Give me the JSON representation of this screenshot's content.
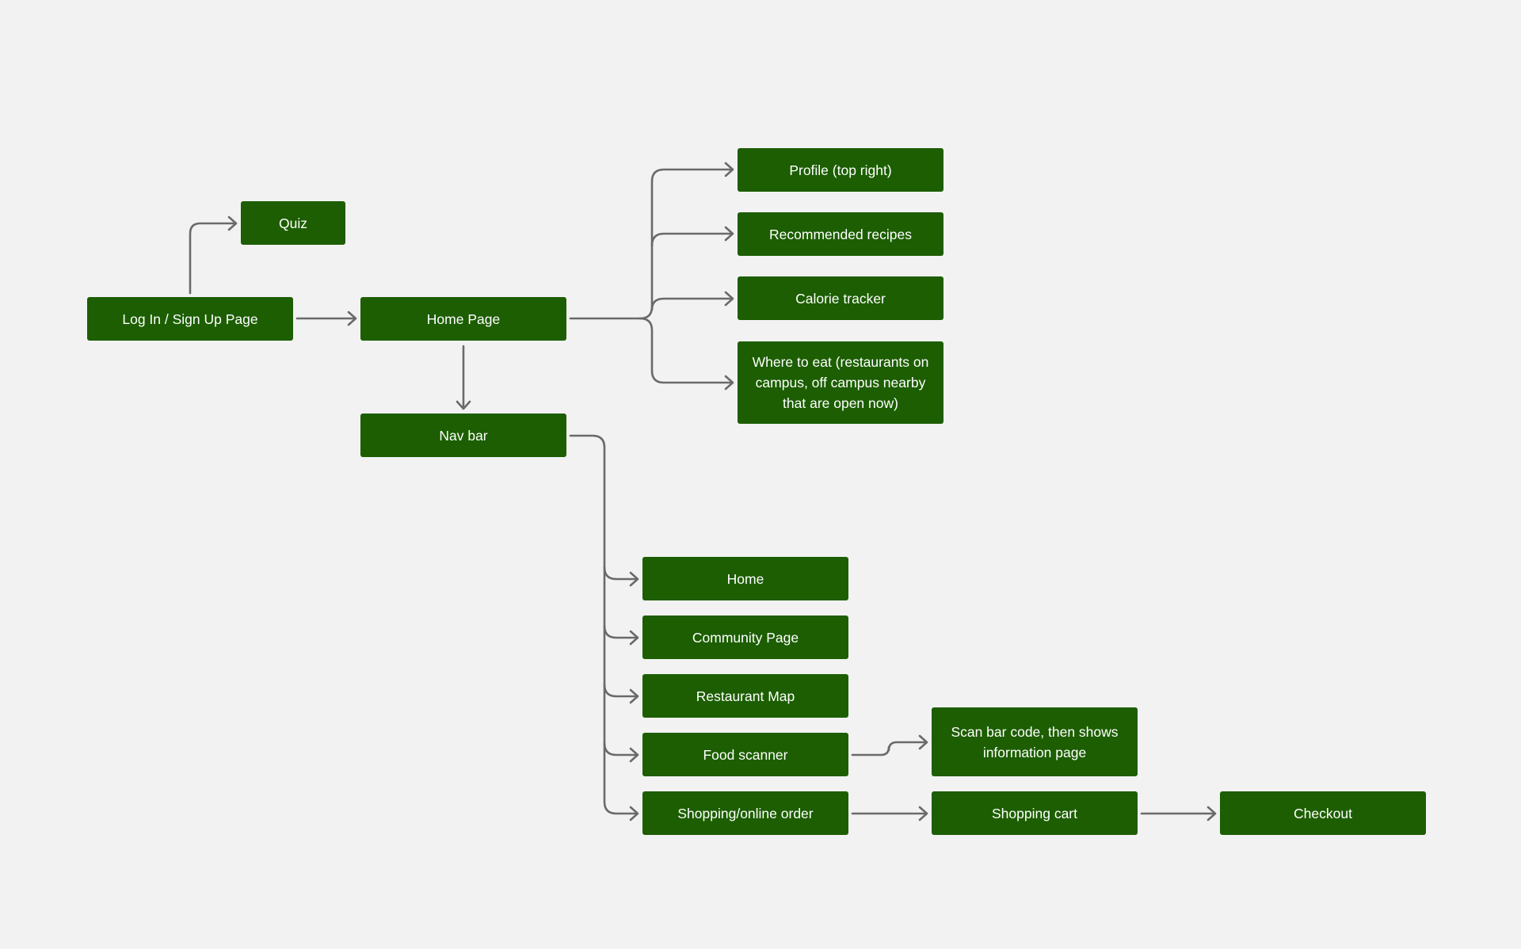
{
  "diagram": {
    "nodes": {
      "login": "Log In  / Sign Up Page",
      "quiz": "Quiz",
      "home_page": "Home Page",
      "nav_bar": "Nav bar",
      "profile": "Profile (top right)",
      "recommended_recipes": "Recommended recipes",
      "calorie_tracker": "Calorie tracker",
      "where_to_eat": "Where to eat (restaurants on campus, off campus nearby that are open now)",
      "home": "Home",
      "community_page": "Community Page",
      "restaurant_map": "Restaurant Map",
      "food_scanner": "Food scanner",
      "shopping": "Shopping/online order",
      "scan_info": "Scan bar code, then shows information page",
      "shopping_cart": "Shopping cart",
      "checkout": "Checkout"
    },
    "edges": [
      [
        "login",
        "quiz"
      ],
      [
        "login",
        "home_page"
      ],
      [
        "home_page",
        "nav_bar"
      ],
      [
        "home_page",
        "profile"
      ],
      [
        "home_page",
        "recommended_recipes"
      ],
      [
        "home_page",
        "calorie_tracker"
      ],
      [
        "home_page",
        "where_to_eat"
      ],
      [
        "nav_bar",
        "home"
      ],
      [
        "nav_bar",
        "community_page"
      ],
      [
        "nav_bar",
        "restaurant_map"
      ],
      [
        "nav_bar",
        "food_scanner"
      ],
      [
        "nav_bar",
        "shopping"
      ],
      [
        "food_scanner",
        "scan_info"
      ],
      [
        "shopping",
        "shopping_cart"
      ],
      [
        "shopping_cart",
        "checkout"
      ]
    ],
    "colors": {
      "background": "#f2f2f2",
      "node_fill": "#1c5e01",
      "node_text": "#ffffff",
      "connector": "#6a6a6a"
    }
  }
}
